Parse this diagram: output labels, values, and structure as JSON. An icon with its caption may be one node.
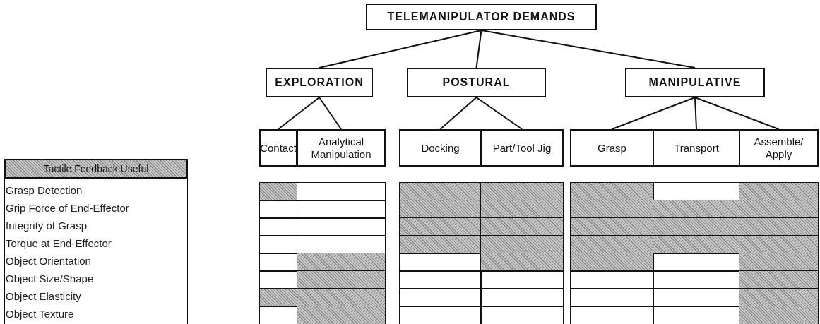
{
  "diagram": {
    "nodes": [
      {
        "text": [
          "TELEMANIPULATOR DEMANDS"
        ]
      },
      {
        "text": [
          "EXPLORATION"
        ]
      },
      {
        "text": [
          "POSTURAL"
        ]
      },
      {
        "text": [
          "MANIPULATIVE"
        ]
      },
      {
        "text": [
          "Contact"
        ]
      },
      {
        "text": [
          "Analytical Manipulation"
        ]
      },
      {
        "text": [
          "Docking"
        ]
      },
      {
        "text": [
          "Part/Tool Jig"
        ]
      },
      {
        "text": [
          "Grasp"
        ]
      },
      {
        "text": [
          "Transport"
        ]
      },
      {
        "text": [
          "Assemble/ Apply"
        ]
      },
      {
        "text": [
          "Tactile Feedback Useful"
        ]
      }
    ],
    "edges": [
      {
        "from": 0,
        "to": 1,
        "arrow": "none"
      },
      {
        "from": 0,
        "to": 2,
        "arrow": "none"
      },
      {
        "from": 0,
        "to": 3,
        "arrow": "none"
      },
      {
        "from": 1,
        "to": 4,
        "arrow": "none"
      },
      {
        "from": 1,
        "to": 5,
        "arrow": "none"
      },
      {
        "from": 2,
        "to": 6,
        "arrow": "none"
      },
      {
        "from": 2,
        "to": 7,
        "arrow": "none"
      },
      {
        "from": 3,
        "to": 8,
        "arrow": "none"
      },
      {
        "from": 3,
        "to": 9,
        "arrow": "none"
      },
      {
        "from": 3,
        "to": 10,
        "arrow": "none"
      }
    ],
    "labels": [
      "Grasp Detection",
      "Grip Force of End-Effector",
      "Integrity of Grasp",
      "Torque at End-Effector",
      "Object Orientation",
      "Object Size/Shape",
      "Object Elasticity",
      "Object Texture"
    ]
  }
}
